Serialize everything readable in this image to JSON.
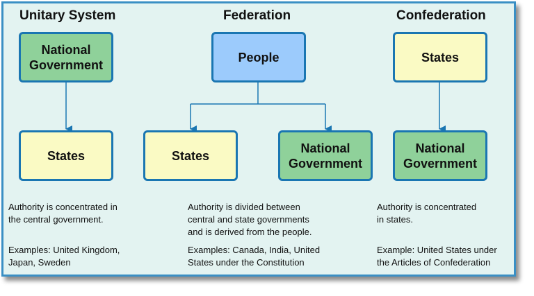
{
  "columns": [
    {
      "title": "Unitary System",
      "top_box": "National\nGovernment",
      "bottom_boxes": [
        "States"
      ],
      "description": "Authority is concentrated in\nthe central government.",
      "examples": "Examples: United Kingdom,\nJapan, Sweden"
    },
    {
      "title": "Federation",
      "top_box": "People",
      "bottom_boxes": [
        "States",
        "National\nGovernment"
      ],
      "description": "Authority is divided between\ncentral and state governments\nand is derived from the people.",
      "examples": "Examples: Canada, India, United\nStates under the Constitution"
    },
    {
      "title": "Confederation",
      "top_box": "States",
      "bottom_boxes": [
        "National\nGovernment"
      ],
      "description": "Authority is concentrated\nin states.",
      "examples": "Example: United States under\nthe Articles of Confederation"
    }
  ],
  "colors": {
    "national_government": "#8fd19a",
    "states": "#fafac4",
    "people": "#9ccbfc",
    "border": "#1a76b2",
    "background": "#e3f3f1"
  }
}
